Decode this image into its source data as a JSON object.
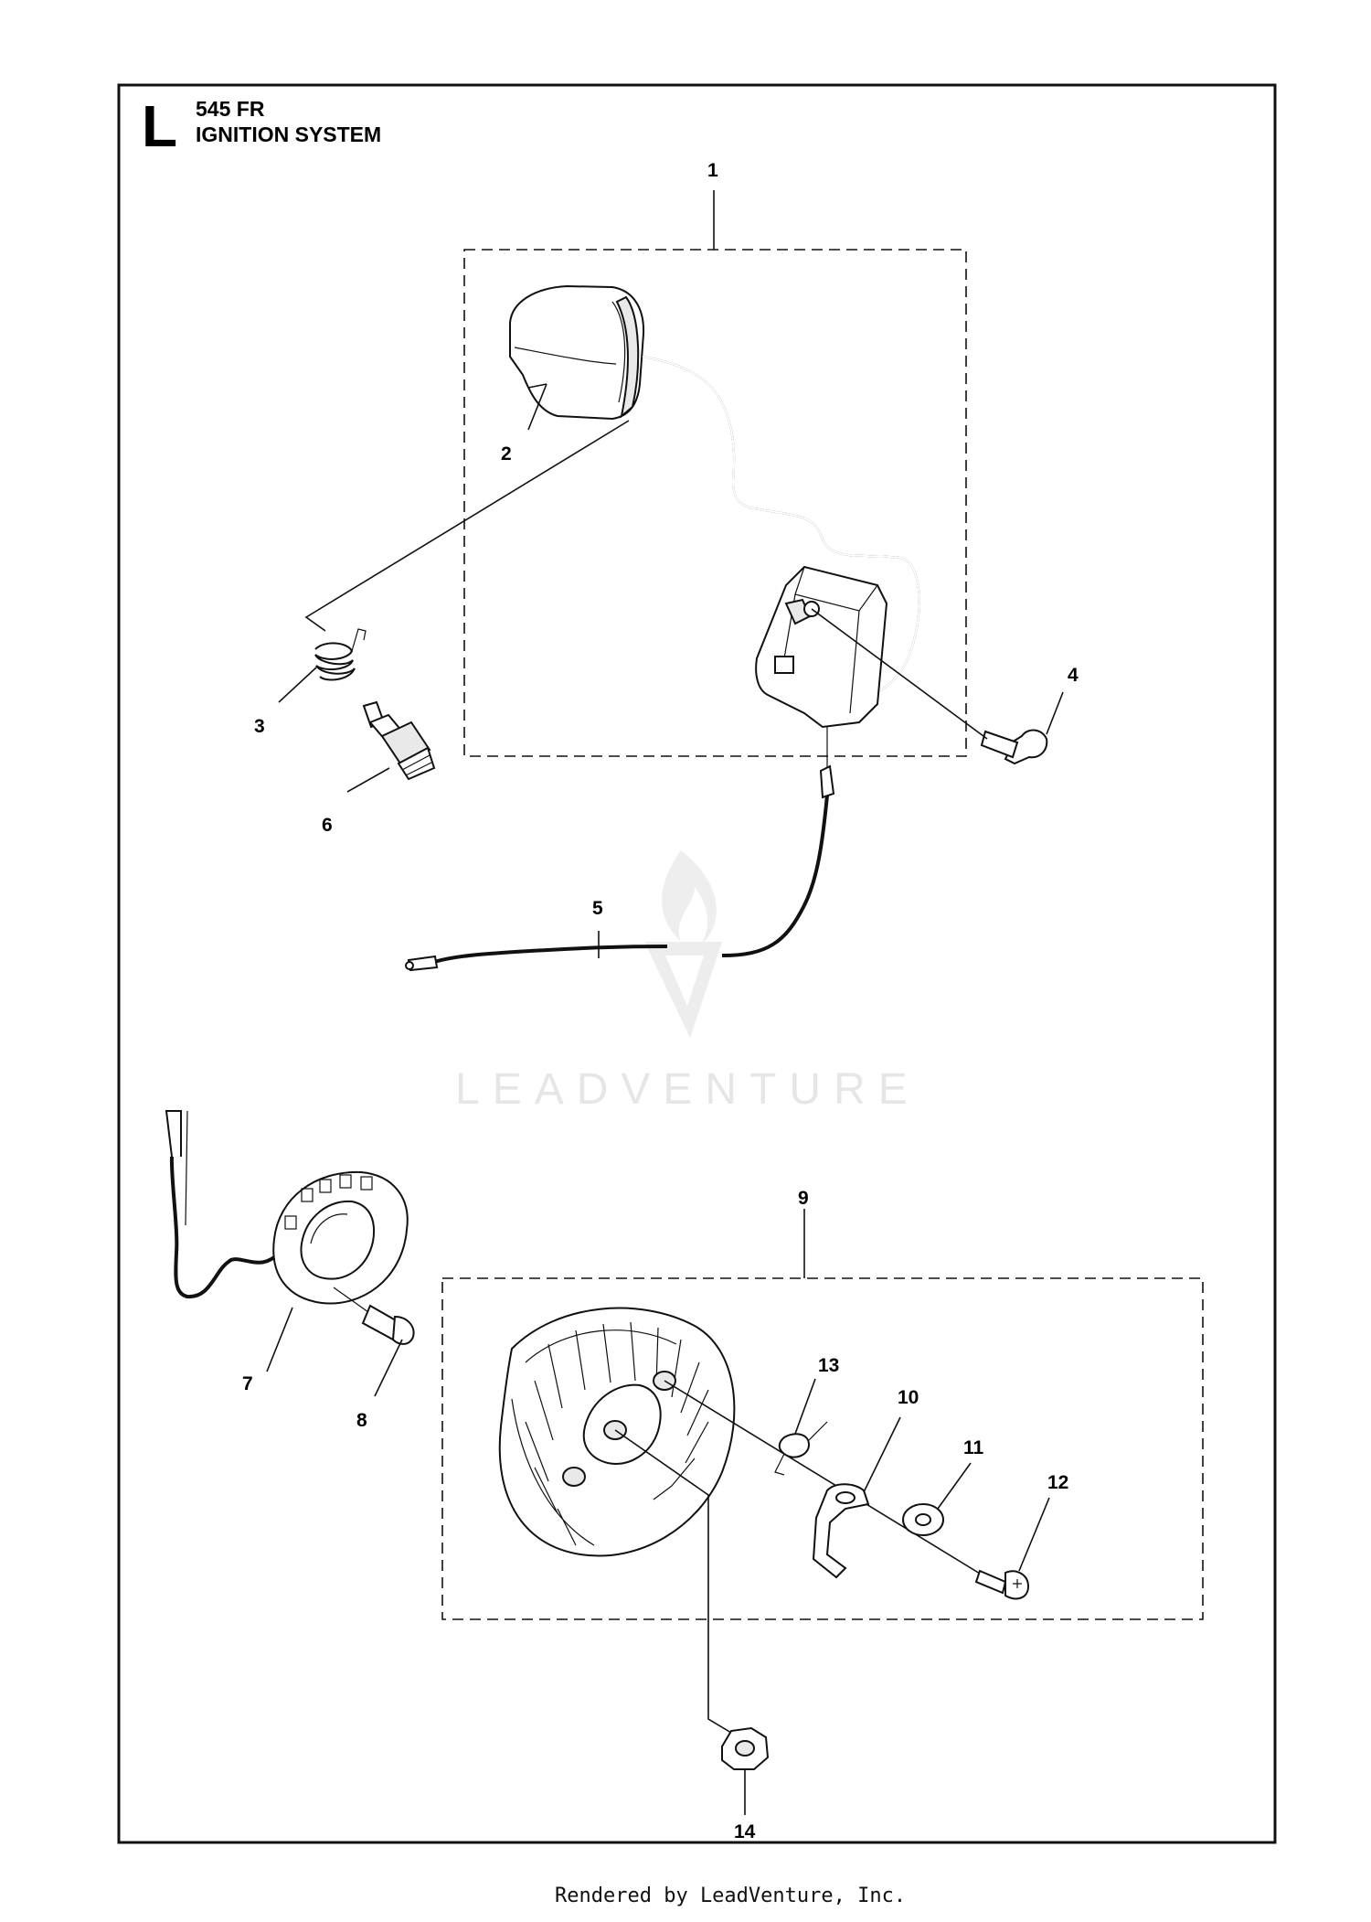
{
  "sheet": {
    "letter": "L",
    "model": "545 FR",
    "section": "IGNITION SYSTEM"
  },
  "callouts": [
    "1",
    "2",
    "3",
    "4",
    "5",
    "6",
    "7",
    "8",
    "9",
    "10",
    "11",
    "12",
    "13",
    "14"
  ],
  "watermark": {
    "text": "LEADVENTURE"
  },
  "footer": {
    "text": "Rendered by LeadVenture, Inc."
  },
  "colors": {
    "line": "#111111",
    "watermark": "#e6e6e6",
    "background": "#ffffff"
  }
}
